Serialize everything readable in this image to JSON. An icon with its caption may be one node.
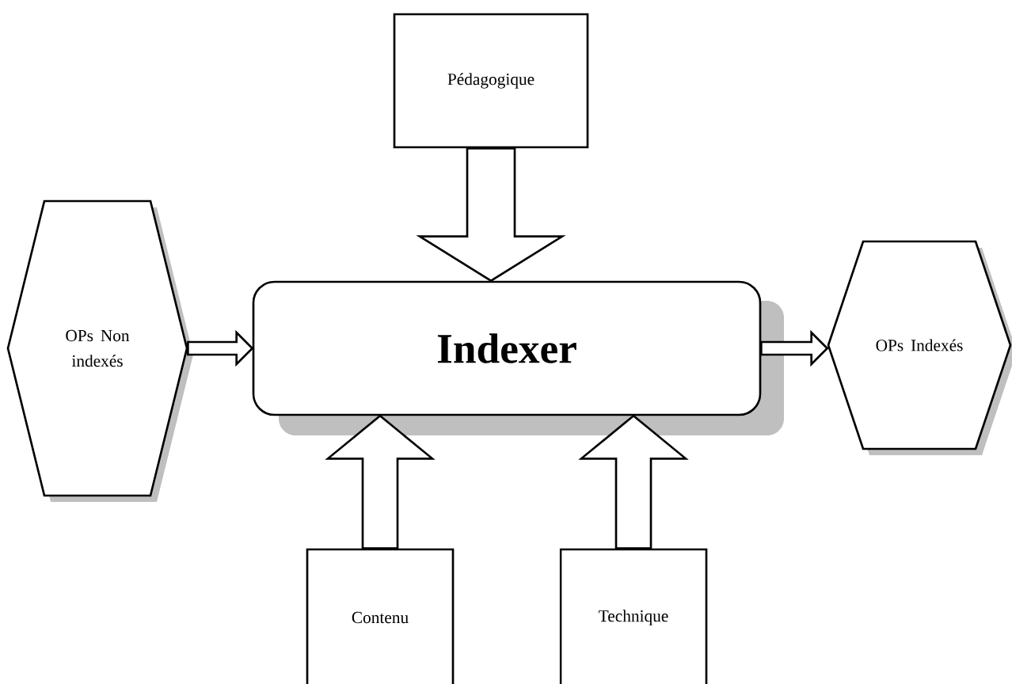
{
  "diagram": {
    "nodes": [
      {
        "text": [
          "OPs Non indexés"
        ]
      },
      {
        "text": [
          "Pédagogique"
        ]
      },
      {
        "text": [
          "Indexer"
        ]
      },
      {
        "text": [
          "OPs Indexés"
        ]
      },
      {
        "text": [
          "Contenu"
        ]
      },
      {
        "text": [
          "Technique"
        ]
      }
    ],
    "edges": [
      {
        "from": 0,
        "to": 2,
        "arrow": "to"
      },
      {
        "from": 1,
        "to": 2,
        "arrow": "to"
      },
      {
        "from": 4,
        "to": 2,
        "arrow": "to"
      },
      {
        "from": 5,
        "to": 2,
        "arrow": "to"
      },
      {
        "from": 2,
        "to": 3,
        "arrow": "to"
      }
    ]
  }
}
